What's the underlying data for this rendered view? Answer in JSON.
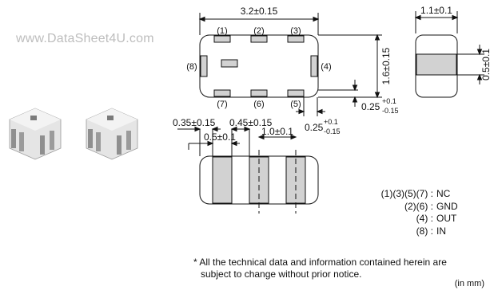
{
  "watermark": "www.DataSheet4U.com",
  "dimensions": {
    "length": "3.2±0.15",
    "width": "1.6±0.15",
    "height": "1.1±0.1",
    "band_width": "0.5±0.1",
    "tol_top": "+0.1",
    "tol_bot": "-0.15",
    "pad_offset_a": "0.25",
    "pad_offset_b": "0.25",
    "pitch_1": "0.35±0.15",
    "pitch_2": "0.45±0.15",
    "pad_width": "0.5±0.1",
    "pad_spacing": "1.0±0.1"
  },
  "pin_numbers": {
    "p1": "(1)",
    "p2": "(2)",
    "p3": "(3)",
    "p4": "(4)",
    "p5": "(5)",
    "p6": "(6)",
    "p7": "(7)",
    "p8": "(8)"
  },
  "pin_table": [
    {
      "pins": "(1)(3)(5)(7) :",
      "function": "NC"
    },
    {
      "pins": "(2)(6) :",
      "function": "GND"
    },
    {
      "pins": "(4) :",
      "function": "OUT"
    },
    {
      "pins": "(8) :",
      "function": "IN"
    }
  ],
  "note": {
    "line1": "* All the technical data and information contained herein are",
    "line2": "subject to  change without prior notice."
  },
  "unit": "(in mm)",
  "colors": {
    "pad": "#d2d2d2",
    "body": "#ffffff",
    "ink": "#111111",
    "watermark": "#bdbdbd"
  }
}
